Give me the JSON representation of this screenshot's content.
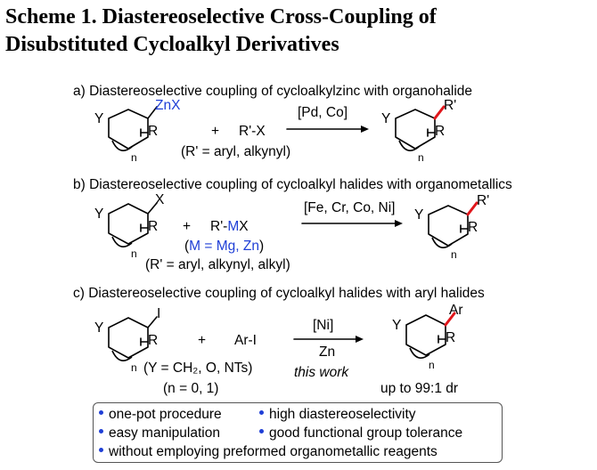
{
  "title": {
    "line1": "Scheme 1. Diastereoselective Cross-Coupling of",
    "line2": "Disubstituted Cycloalkyl Derivatives"
  },
  "section_a": {
    "heading": "a) Diastereoselective coupling of cycloalkylzinc with organohalide",
    "sub_y": "Y",
    "sub_znx": "ZnX",
    "sub_r": "R",
    "sub_n": "n",
    "plus": "+",
    "reagent": "R'-X",
    "note": "(R' = aryl, alkynyl)",
    "catalyst": "[Pd, Co]",
    "prod_y": "Y",
    "prod_rprime": "R'",
    "prod_r": "R",
    "prod_n": "n"
  },
  "section_b": {
    "heading": "b) Diastereoselective coupling of cycloalkyl halides with organometallics",
    "sub_y": "Y",
    "sub_x": "X",
    "sub_r": "R",
    "sub_n": "n",
    "plus": "+",
    "reagent_prefix": "R'-",
    "reagent_m": "M",
    "reagent_suffix": "X",
    "note_m_open": "(",
    "note_m_text": "M = Mg, Zn",
    "note_m_close": ")",
    "note_r": "(R' = aryl, alkynyl, alkyl)",
    "catalyst": "[Fe, Cr, Co, Ni]",
    "prod_y": "Y",
    "prod_rprime": "R'",
    "prod_r": "R",
    "prod_n": "n"
  },
  "section_c": {
    "heading": "c) Diastereoselective coupling of cycloalkyl halides with aryl halides",
    "sub_y": "Y",
    "sub_i": "I",
    "sub_r": "R",
    "sub_n": "n",
    "plus": "+",
    "reagent": "Ar-I",
    "note_y": "(Y = CH₂, O, NTs)",
    "note_n": "(n = 0, 1)",
    "catalyst": "[Ni]",
    "reductant": "Zn",
    "this_work": "this work",
    "prod_y": "Y",
    "prod_ar": "Ar",
    "prod_r": "R",
    "prod_n": "n",
    "dr": "up to 99:1 dr"
  },
  "features": {
    "item1": "one-pot procedure",
    "item2": "high diastereoselectivity",
    "item3": "easy manipulation",
    "item4": "good functional group tolerance",
    "item5": "without employing preformed organometallic reagents"
  },
  "colors": {
    "accent_blue": "#1f3fd6",
    "bond_red": "#e0161b"
  }
}
